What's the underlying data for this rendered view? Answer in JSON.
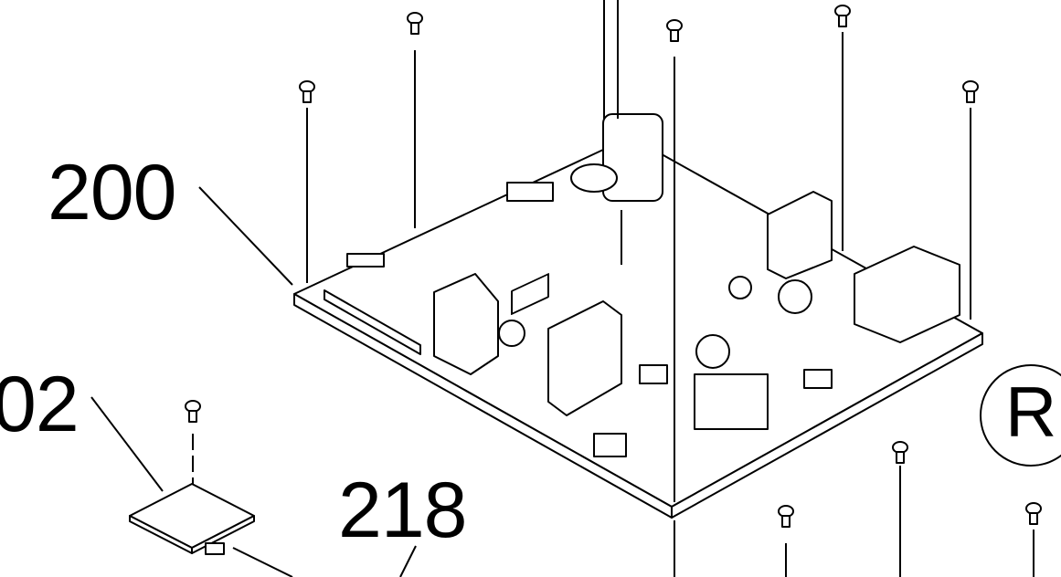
{
  "labels": {
    "main_board": "200",
    "sub_board": "02",
    "cable": "218",
    "reference_mark": "R"
  },
  "colors": {
    "line": "#000000",
    "background": "#ffffff"
  }
}
